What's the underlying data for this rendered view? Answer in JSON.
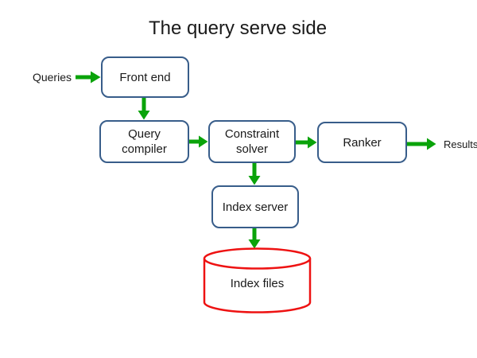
{
  "title": "The query serve side",
  "colors": {
    "box_border": "#385D8A",
    "arrow": "#0AA30A",
    "datastore_border": "#EE1212",
    "text": "#1A1A1A",
    "canvas_bg": "#FFFFFF"
  },
  "diagram": {
    "nodes": {
      "front_end": {
        "label": "Front end",
        "shape": "rounded-rectangle"
      },
      "query_compiler": {
        "label": "Query\ncompiler",
        "shape": "rounded-rectangle"
      },
      "constraint_solver": {
        "label": "Constraint\nsolver",
        "shape": "rounded-rectangle"
      },
      "ranker": {
        "label": "Ranker",
        "shape": "rounded-rectangle"
      },
      "index_server": {
        "label": "Index server",
        "shape": "rounded-rectangle"
      },
      "index_files": {
        "label": "Index files",
        "shape": "cylinder"
      }
    },
    "io_labels": {
      "input": "Queries",
      "output": "Results"
    },
    "edges": [
      {
        "from": "Queries",
        "to": "Front end"
      },
      {
        "from": "Front end",
        "to": "Query compiler"
      },
      {
        "from": "Query compiler",
        "to": "Constraint solver"
      },
      {
        "from": "Constraint solver",
        "to": "Ranker"
      },
      {
        "from": "Ranker",
        "to": "Results"
      },
      {
        "from": "Constraint solver",
        "to": "Index server"
      },
      {
        "from": "Index server",
        "to": "Index files"
      }
    ]
  }
}
